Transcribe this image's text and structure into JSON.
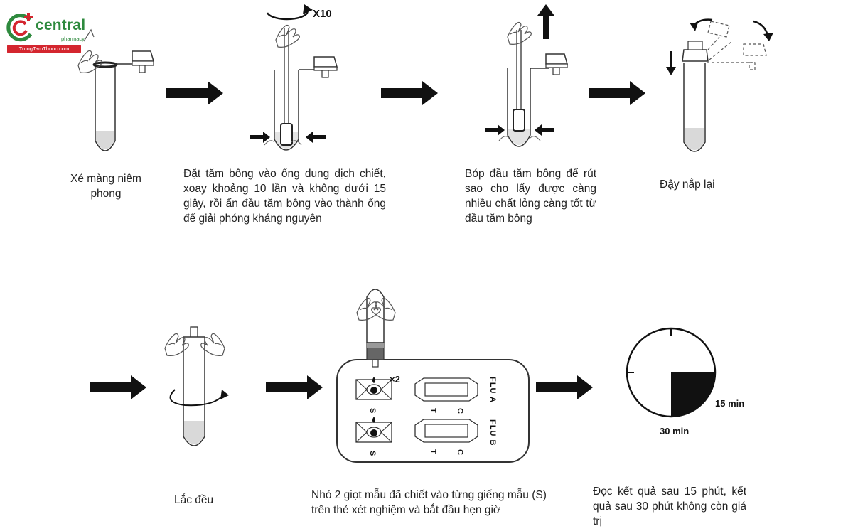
{
  "brand": {
    "name": "central",
    "tagline": "pharmacy",
    "website": "TrungTamThuoc.com",
    "primary_color": "#2e8a3e",
    "accent_color": "#d4262f"
  },
  "steps": [
    {
      "caption": "Xé màng niêm\nphong"
    },
    {
      "caption": "Đặt tăm bông vào ống dung dịch chiết, xoay khoảng 10 lần và không dưới 15 giây, rồi ấn đầu tăm bông vào thành ống để giải phóng kháng nguyên"
    },
    {
      "caption": "Bóp đầu tăm bông để rút sao cho lấy được càng nhiều chất lỏng càng tốt từ đầu tăm bông"
    },
    {
      "caption": "Đậy nắp lại"
    },
    {
      "caption": "Lắc đều"
    },
    {
      "caption": "Nhỏ 2 giọt mẫu đã chiết vào từng giếng mẫu (S) trên thẻ xét nghiệm và bắt đầu hẹn giờ"
    },
    {
      "caption": "Đọc kết quả sau 15 phút, kết quả sau 30 phút không còn giá trị"
    }
  ],
  "labels": {
    "rotations": "X10",
    "drops": "×2",
    "well": "S",
    "test_line": "T",
    "control_line": "C",
    "strip_a": "FLU A",
    "strip_b": "FLU B",
    "timer_15": "15 min",
    "timer_30": "30 min"
  }
}
